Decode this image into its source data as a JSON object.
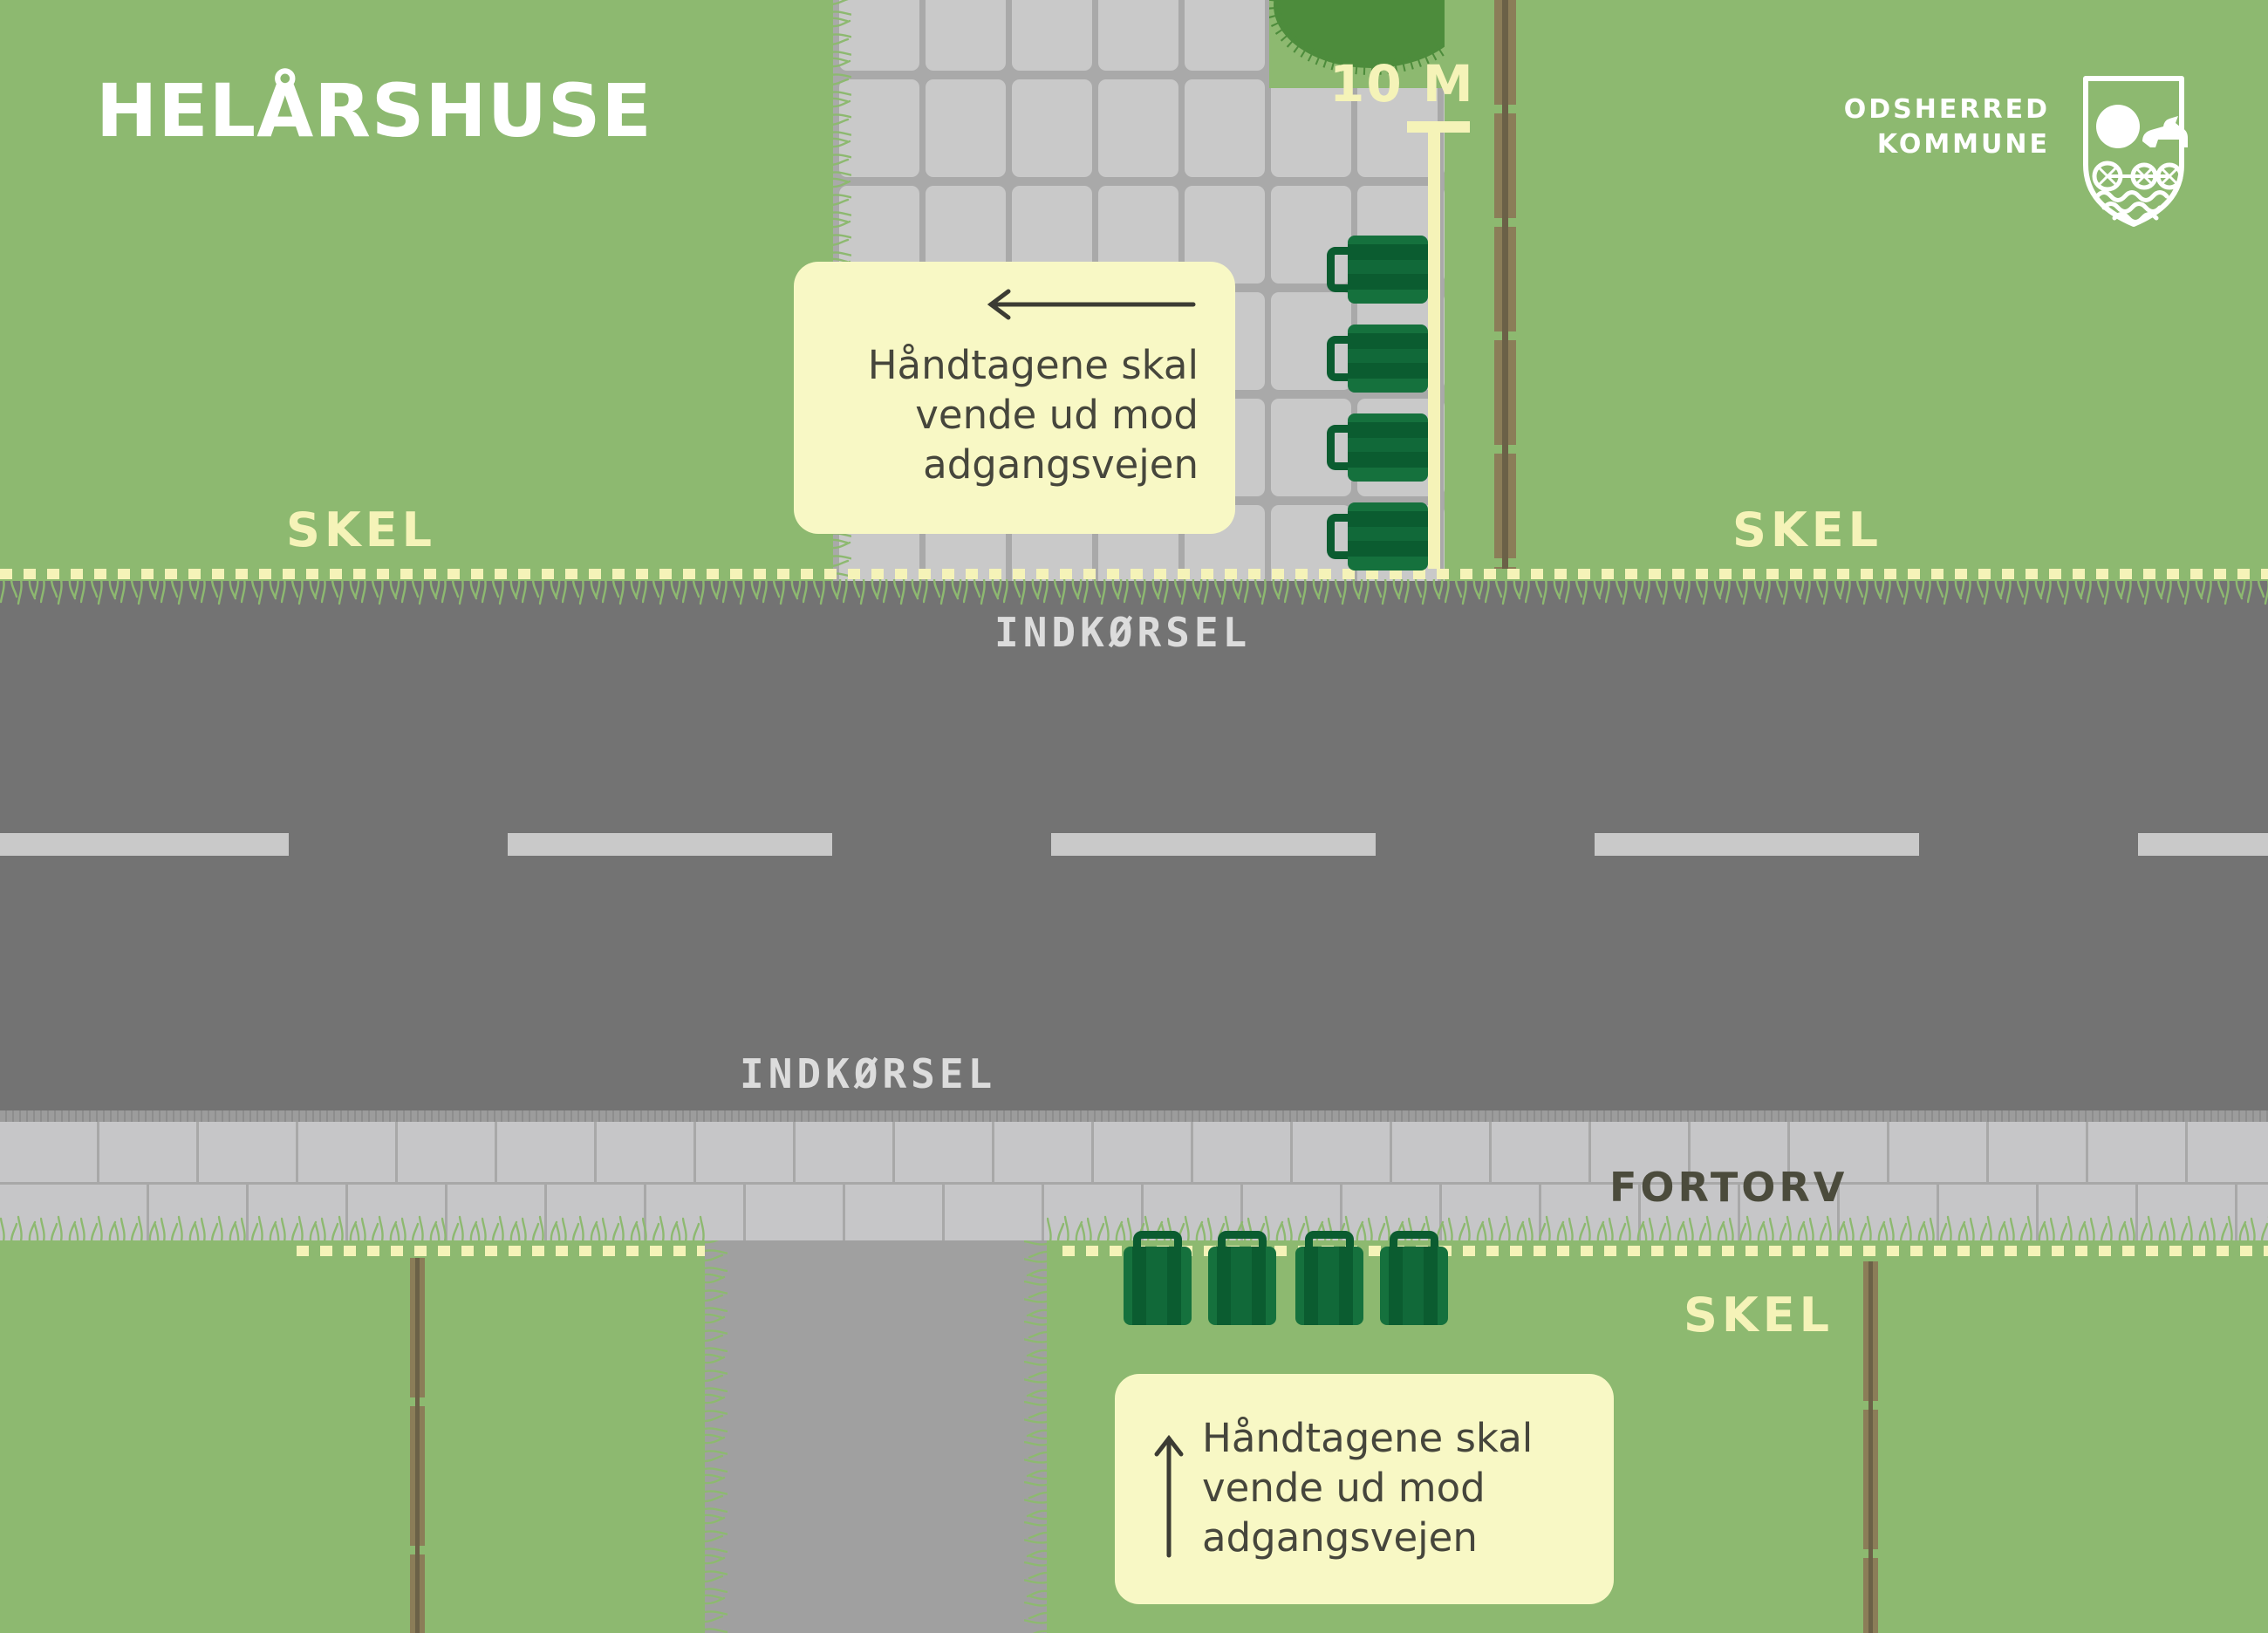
{
  "page": {
    "title": "HELÅRSHUSE"
  },
  "logo": {
    "name_line1": "ODSHERRED",
    "name_line2": "KOMMUNE",
    "shield_icon": "municipal-shield-sun-chariot"
  },
  "map_labels": {
    "skel_top_left": "SKEL",
    "skel_top_right": "SKEL",
    "skel_bottom": "SKEL",
    "road_top": "INDKØRSEL",
    "road_bottom": "INDKØRSEL",
    "sidewalk": "FORTORV",
    "distance_marker": "10 M"
  },
  "callouts": {
    "top": {
      "arrow_direction": "left",
      "lines": [
        "Håndtagene skal",
        "vende ud mod",
        "adgangsvejen"
      ]
    },
    "bottom": {
      "arrow_direction": "up",
      "lines": [
        "Håndtagene skal",
        "vende ud mod",
        "adgangsvejen"
      ]
    }
  },
  "scene": {
    "top_bin_count": 4,
    "bottom_bin_count": 4,
    "icons": [
      "waste-bin-icon",
      "fence-icon",
      "bush-icon",
      "grass-icon"
    ]
  },
  "colors": {
    "grass": "#8db970",
    "road": "#737373",
    "lane_dash": "#c9c9c9",
    "tile_gray": "#c9c9c9",
    "tile_gap_gray": "#a9a9a9",
    "sidewalk_gray": "#c6c6c8",
    "driveway_bottom_gray": "#a0a0a0",
    "pale_yellow": "#f5f3b8",
    "callout_bg": "#f8f8c5",
    "callout_text": "#46463c",
    "bin_green": "#116939",
    "bin_green_dark": "#0b5c30",
    "fence_brown": "#8b7d58",
    "fence_core_brown": "#6b6147",
    "bush_green": "#4d8c3c",
    "white": "#ffffff"
  }
}
